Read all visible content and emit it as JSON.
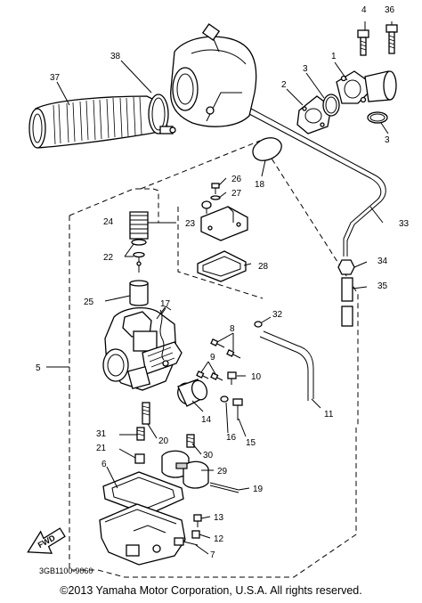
{
  "diagram": {
    "part_labels": {
      "p1": "1",
      "p2": "2",
      "p3a": "3",
      "p3b": "3",
      "p4": "4",
      "p5": "5",
      "p6": "6",
      "p7": "7",
      "p8": "8",
      "p9": "9",
      "p10": "10",
      "p11": "11",
      "p12": "12",
      "p13": "13",
      "p14": "14",
      "p15": "15",
      "p16": "16",
      "p17": "17",
      "p18": "18",
      "p19": "19",
      "p20": "20",
      "p21": "21",
      "p22": "22",
      "p23": "23",
      "p24": "24",
      "p25": "25",
      "p26": "26",
      "p27": "27",
      "p28": "28",
      "p29": "29",
      "p30": "30",
      "p31": "31",
      "p32": "32",
      "p33": "33",
      "p34": "34",
      "p35": "35",
      "p36": "36",
      "p37": "37",
      "p38": "38"
    },
    "fwd_label": "FWD",
    "drawing_code": "3GB1100-9060"
  },
  "copyright": "©2013 Yamaha Motor Corporation, U.S.A. All rights reserved."
}
